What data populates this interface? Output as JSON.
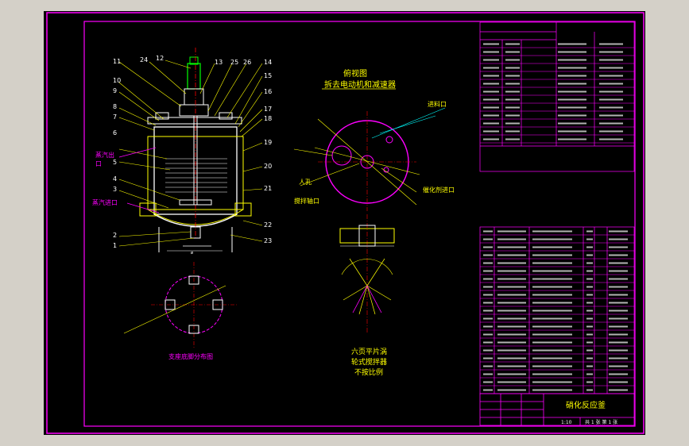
{
  "drawing": {
    "top_view_title": "俯视图",
    "top_view_subtitle": "拆去电动机和减速器",
    "support_title": "支座底脚分布图",
    "agitator_title_1": "六页平片涡",
    "agitator_title_2": "轮式搅拌器",
    "agitator_title_3": "不按比例",
    "title_block_name": "硝化反应釜",
    "title_block_scale": "1:10",
    "title_block_sheets": "共 1 张  第 1 张",
    "callouts_left": [
      "11",
      "10",
      "9",
      "8",
      "7",
      "6",
      "5",
      "4",
      "3",
      "2",
      "1"
    ],
    "callouts_top": [
      "24",
      "12",
      "13",
      "25",
      "26",
      "14"
    ],
    "callouts_right": [
      "15",
      "16",
      "17",
      "18",
      "19",
      "20",
      "21",
      "22",
      "23"
    ],
    "label_steam_outlet_1": "蒸汽出",
    "label_steam_outlet_2": "口",
    "label_steam_inlet": "蒸汽进口",
    "label_feed_inlet": "进料口",
    "label_manhole": "人孔",
    "label_agitator_shaft": "搅拌轴口",
    "label_catalyst_inlet": "催化剂进口",
    "colors": {
      "background": "#000000",
      "border": "#ff00ff",
      "vessel": "#ffffff",
      "jacket": "#ffff00",
      "annotation": "#ff00ff",
      "centerline": "#ff0000",
      "leader": "#ffff00",
      "gray": "#d4d0c8"
    }
  }
}
